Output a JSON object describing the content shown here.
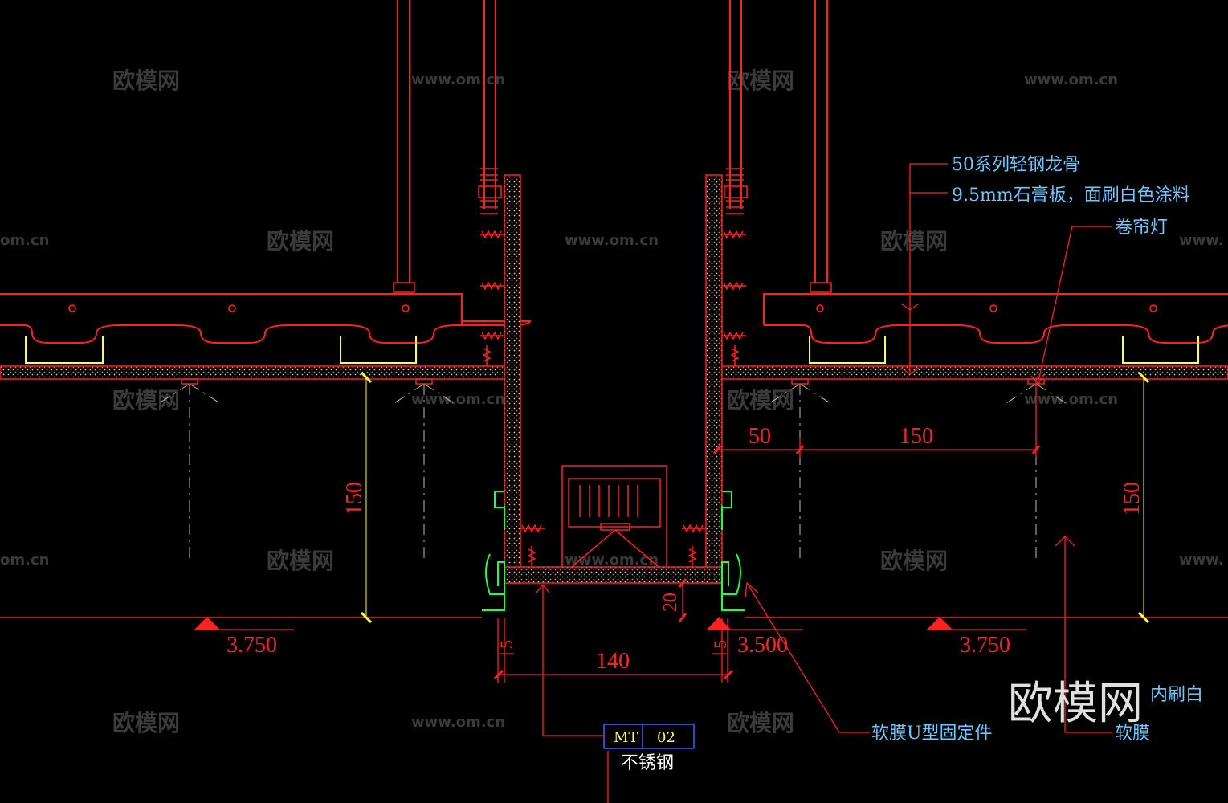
{
  "watermarks": {
    "brand": "欧模网",
    "url": "www.om.cn",
    "url_left": "om.cn",
    "url_right": "www.",
    "big_logo": "欧模网"
  },
  "annotations": {
    "keel": "50系列轻钢龙骨",
    "gypsum": "9.5mm石膏板，面刷白色涂料",
    "light": "卷帘灯",
    "clip": "软膜U型固定件",
    "film_white": "内刷白",
    "film": "软膜",
    "material_code": "MT",
    "material_num": "02",
    "material_name": "不锈钢"
  },
  "dimensions": {
    "d50": "50",
    "d150_top": "150",
    "d150_left_vert": "150",
    "d150_right_vert": "150",
    "d140": "140",
    "d20": "20",
    "d5_left": "5",
    "d5_right": "5"
  },
  "levels": {
    "left": "3.750",
    "center": "3.500",
    "right": "3.750"
  },
  "colors": {
    "background": "#000000",
    "structure": "#ff2020",
    "dimension": "#ff2222",
    "annotation": "#6ec8ff",
    "channel": "#ffff40",
    "fixing": "#20ff40",
    "watermark": "#3a3a3a"
  }
}
